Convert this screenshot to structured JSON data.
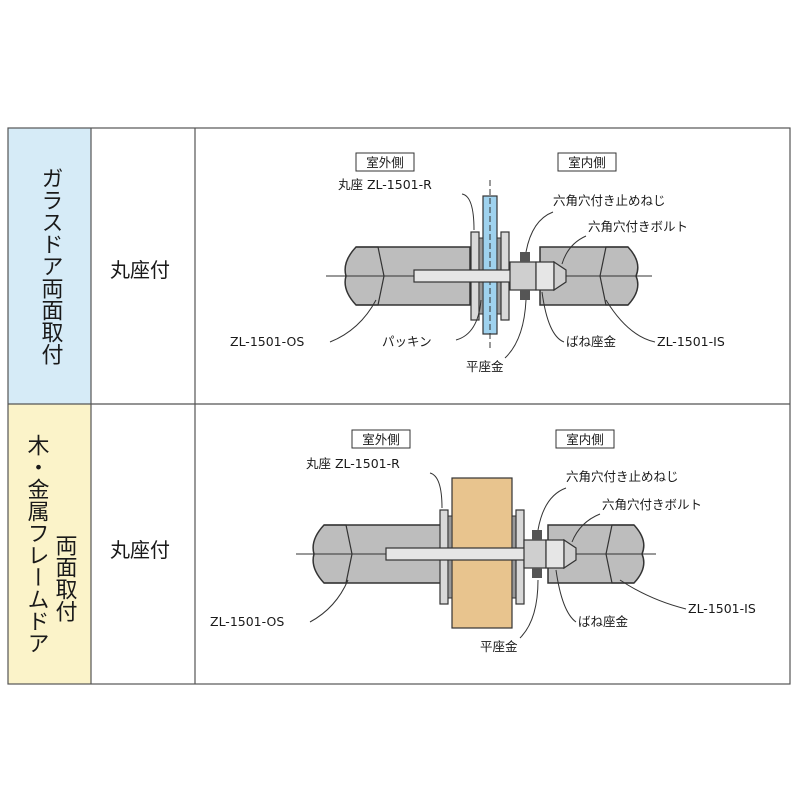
{
  "rows": [
    {
      "category": "ガラスドア両面取付",
      "type": "丸座付",
      "diagram": {
        "outdoor": "室外側",
        "indoor": "室内側",
        "round_seat": "丸座 ZL-1501-R",
        "set_screw": "六角穴付き止めねじ",
        "bolt": "六角穴付きボルト",
        "os": "ZL-1501-OS",
        "packing": "パッキン",
        "spring_washer": "ばね座金",
        "is": "ZL-1501-IS",
        "flat_washer": "平座金"
      }
    },
    {
      "category_lines": [
        "木・金属フレームドア",
        "両面取付"
      ],
      "type": "丸座付",
      "diagram": {
        "outdoor": "室外側",
        "indoor": "室内側",
        "round_seat": "丸座 ZL-1501-R",
        "set_screw": "六角穴付き止めねじ",
        "bolt": "六角穴付きボルト",
        "os": "ZL-1501-OS",
        "spring_washer": "ばね座金",
        "is": "ZL-1501-IS",
        "flat_washer": "平座金"
      }
    }
  ],
  "colors": {
    "row1_category_bg": "#d6ebf7",
    "row2_category_bg": "#fbf3c9",
    "handle_gray": "#bdbdbd",
    "glass_blue": "#9fd2ee",
    "wood": "#e8c48e"
  }
}
